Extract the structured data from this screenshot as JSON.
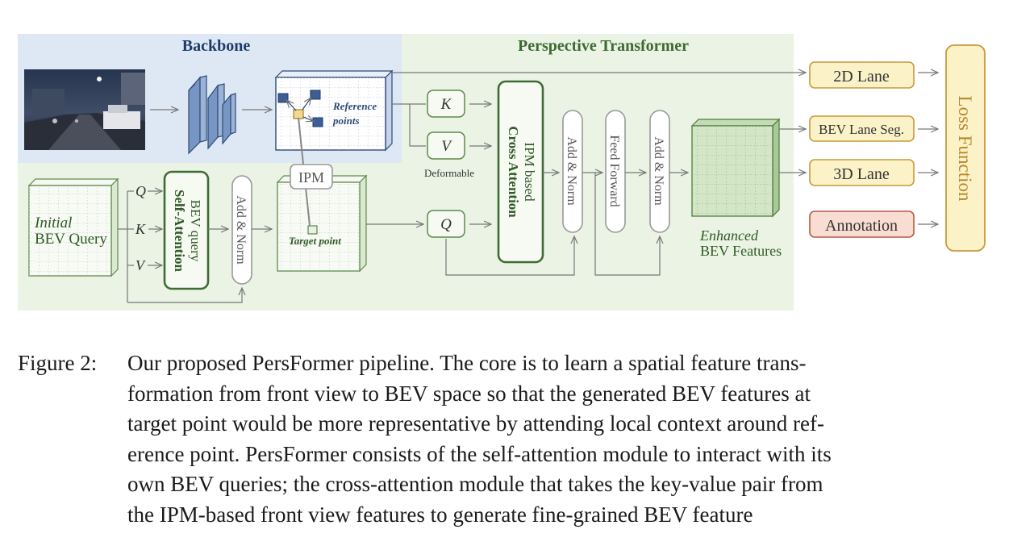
{
  "figure": {
    "sections": {
      "backbone": "Backbone",
      "perspective_transformer": "Perspective Transformer"
    },
    "labels": {
      "reference_points_1": "Reference",
      "reference_points_2": "points",
      "ipm": "IPM",
      "target_point": "Target point",
      "initial_1": "Initial",
      "initial_2": "BEV Query",
      "q": "Q",
      "k": "K",
      "v": "V",
      "bev_query_1": "BEV query",
      "bev_query_2": "Self-Attention",
      "add_norm": "Add & Norm",
      "deformable": "Deformable",
      "ipm_based_1": "IPM based",
      "ipm_based_2": "Cross Attention",
      "feed_forward": "Feed Forward",
      "enhanced_1": "Enhanced",
      "enhanced_2": "BEV Features",
      "lane_2d": "2D Lane",
      "bev_lane_seg": "BEV Lane Seg.",
      "lane_3d": "3D Lane",
      "annotation": "Annotation",
      "loss_function": "Loss Function"
    },
    "colors": {
      "backbone_bg": "#dde8f4",
      "transformer_bg": "#eaf3e4",
      "module_green": "#46703a",
      "output_yellow": "#fbf2c8",
      "output_border": "#c89a3a",
      "annotation_fill": "#f9dcd2",
      "annotation_border": "#b85a45",
      "title_blue": "#1f3a68",
      "title_green": "#3d6a33"
    }
  },
  "caption": {
    "label": "Figure 2:",
    "lines": [
      "Our proposed PersFormer pipeline. The core is to learn a spatial feature trans-",
      "formation from front view to BEV space so that the generated BEV features at",
      "target point would be more representative by attending local context around ref-",
      "erence point. PersFormer consists of the self-attention module to interact with its",
      "own BEV queries; the cross-attention module that takes the key-value pair from",
      "the IPM-based front view features to generate fine-grained BEV feature"
    ]
  }
}
